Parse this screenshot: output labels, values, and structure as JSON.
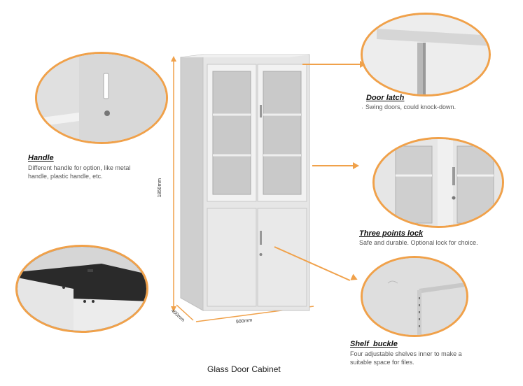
{
  "features": {
    "handle": {
      "title": "Handle",
      "desc1": "Different handle for option, like metal",
      "desc2": "handle, plastic handle, etc."
    },
    "door_latch": {
      "title": "Door latch",
      "desc": "Swing doors, could knock-down."
    },
    "three_points_lock": {
      "title": "Three points lock",
      "desc": "Safe and durable. Optional lock for choice."
    },
    "shelf_buckle": {
      "title": "Shelf  buckle",
      "desc1": "Four adjustable shelves inner to make a",
      "desc2": "suitable space for files."
    }
  },
  "dimensions": {
    "height": "1850mm",
    "width": "900mm",
    "depth": "400mm"
  },
  "caption": "Glass Door Cabinet",
  "colors": {
    "accent": "#f0a14a",
    "cabinet": "#dcdcdc",
    "background": "#ffffff"
  }
}
